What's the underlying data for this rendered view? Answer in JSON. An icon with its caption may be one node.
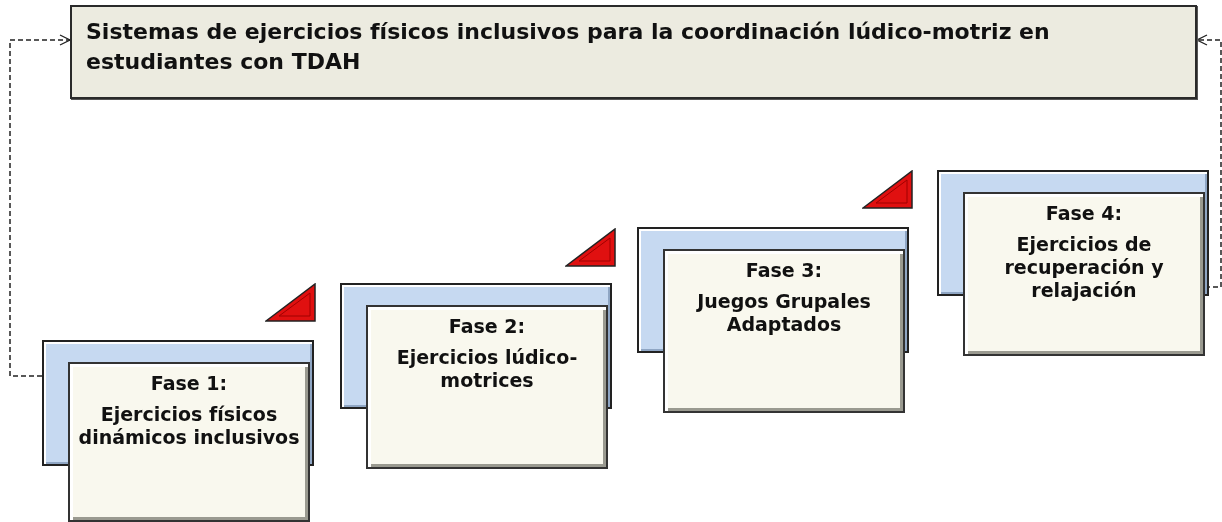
{
  "diagram": {
    "nodes": [
      {
        "text": [
          "Sistemas de ejercicios físicos inclusivos para la coordinación lúdico-motriz en estudiantes con TDAH"
        ]
      },
      {
        "text": [
          "Fase 1:",
          "Ejercicios físicos dinámicos inclusivos"
        ]
      },
      {
        "text": [
          "Fase 2:",
          "Ejercicios lúdico-motrices"
        ]
      },
      {
        "text": [
          "Fase 3:",
          "Juegos Grupales Adaptados"
        ]
      },
      {
        "text": [
          "Fase 4:",
          "Ejercicios de recuperación y relajación"
        ]
      }
    ],
    "edges": [
      {
        "from": 1,
        "to": 0,
        "arrow": "to",
        "style": "dashed"
      },
      {
        "from": 4,
        "to": 0,
        "arrow": "to",
        "style": "dashed"
      }
    ]
  }
}
